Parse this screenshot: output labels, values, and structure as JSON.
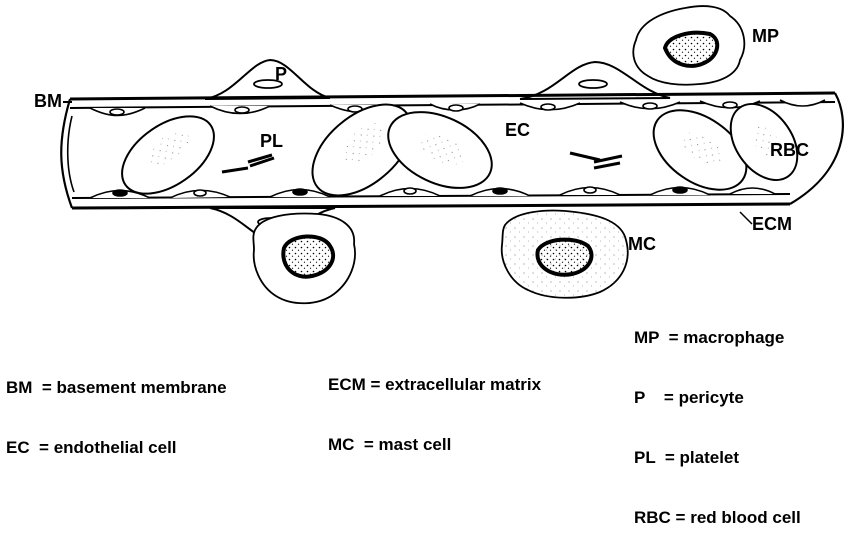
{
  "labels": {
    "bm": "BM",
    "p": "P",
    "pl": "PL",
    "ec": "EC",
    "mp": "MP",
    "rbc": "RBC",
    "ecm": "ECM",
    "mc": "MC"
  },
  "legend": {
    "right": [
      "MP  = macrophage",
      "P    = pericyte",
      "PL  = platelet",
      "RBC = red blood cell"
    ],
    "left": [
      "BM  = basement membrane",
      "EC  = endothelial cell"
    ],
    "middle": [
      "ECM = extracellular matrix",
      "MC  = mast cell"
    ]
  }
}
